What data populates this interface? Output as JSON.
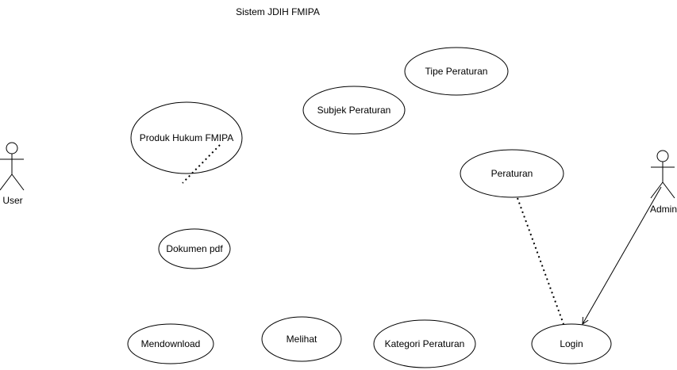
{
  "diagram": {
    "title": "Sistem JDIH FMIPA",
    "actors": {
      "user": "User",
      "admin": "Admin"
    },
    "use_cases": {
      "tipe_peraturan": "Tipe Peraturan",
      "subjek_peraturan": "Subjek Peraturan",
      "produk_hukum": "Produk Hukum FMIPA",
      "peraturan": "Peraturan",
      "dokumen_pdf": "Dokumen pdf",
      "mendownload": "Mendownload",
      "melihat": "Melihat",
      "kategori_peraturan": "Kategori Peraturan",
      "login": "Login"
    },
    "colors": {
      "stroke": "#000000",
      "fill": "#ffffff"
    }
  }
}
